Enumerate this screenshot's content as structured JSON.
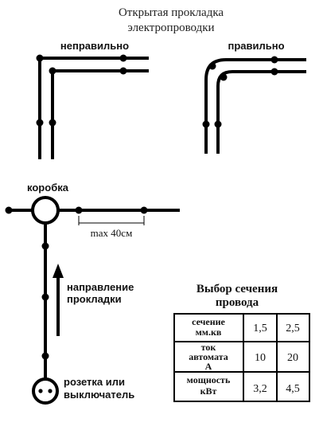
{
  "title": {
    "line1": "Открытая прокладка",
    "line2": "электропроводки"
  },
  "labels": {
    "wrong": "неправильно",
    "right": "правильно",
    "box": "коробка",
    "max_distance": "max 40см",
    "direction_line1": "направление",
    "direction_line2": "прокладки",
    "outlet_line1": "розетка или",
    "outlet_line2": "выключатель"
  },
  "table": {
    "heading_line1": "Выбор сечения",
    "heading_line2": "провода",
    "rows": [
      {
        "label_line1": "сечение",
        "label_line2": "мм.кв",
        "label_line3": "",
        "v1": "1,5",
        "v2": "2,5"
      },
      {
        "label_line1": "ток",
        "label_line2": "автомата",
        "label_line3": "А",
        "v1": "10",
        "v2": "20"
      },
      {
        "label_line1": "мощность",
        "label_line2": "кВт",
        "label_line3": "",
        "v1": "3,2",
        "v2": "4,5"
      }
    ]
  },
  "colors": {
    "wire": "#000000",
    "text": "#111111",
    "background": "#ffffff"
  }
}
